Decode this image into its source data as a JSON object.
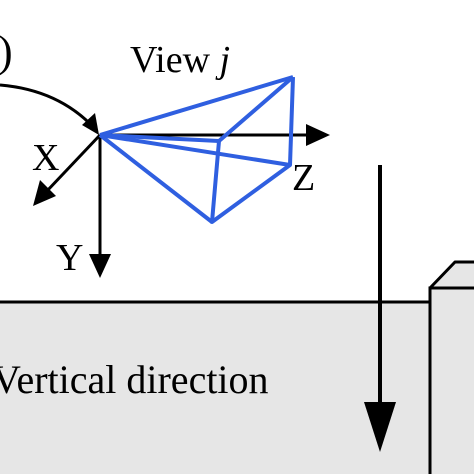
{
  "diagram": {
    "paren_fragment": ")",
    "view_label": {
      "prefix": "View ",
      "index": "j"
    },
    "axes": {
      "x": "X",
      "y": "Y",
      "z": "Z"
    },
    "ground_label": "Vertical direction",
    "colors": {
      "camera": "#2f5fe0",
      "ground_fill": "#e6e6e6",
      "line": "#000000"
    }
  }
}
